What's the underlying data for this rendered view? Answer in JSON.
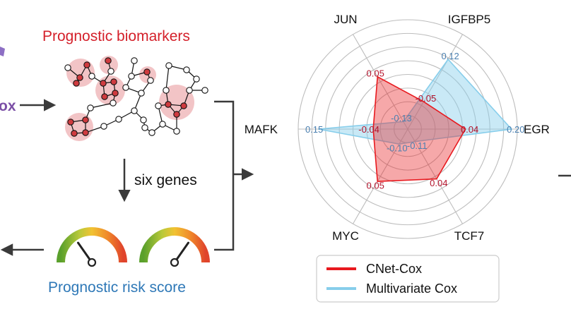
{
  "left_panel": {
    "clipped_label": "ox",
    "biomarkers_title": "Prognostic biomarkers",
    "step_label": "six genes",
    "risk_title": "Prognostic risk score",
    "colors": {
      "biomarkers_title": "#d4202a",
      "risk_title": "#2e78b7",
      "clipped_label": "#7b4fa6",
      "cluster_fill": "#f2c4c6",
      "selected_node": "#cf3b3f"
    }
  },
  "chart_data": {
    "type": "radar",
    "axes": [
      "IGFBP5",
      "JUN",
      "MAFK",
      "MYC",
      "TCF7",
      "EGR"
    ],
    "series": [
      {
        "name": "CNet-Cox",
        "color": "#e8191e",
        "values": [
          -0.05,
          0.05,
          -0.04,
          0.05,
          0.04,
          0.04
        ],
        "labels": [
          "-0.05",
          "0.05",
          "-0.04",
          "0.05",
          "0.04",
          "0.04"
        ]
      },
      {
        "name": "Multivariate Cox",
        "color": "#87ceeb",
        "values": [
          0.12,
          -0.13,
          0.15,
          -0.1,
          -0.11,
          0.2
        ],
        "labels": [
          "0.12",
          "-0.13",
          "0.15",
          "-0.10",
          "-0.11",
          "0.20"
        ]
      }
    ],
    "rlim": [
      -0.16,
      0.22
    ],
    "grid": true,
    "legend_position": "bottom"
  }
}
